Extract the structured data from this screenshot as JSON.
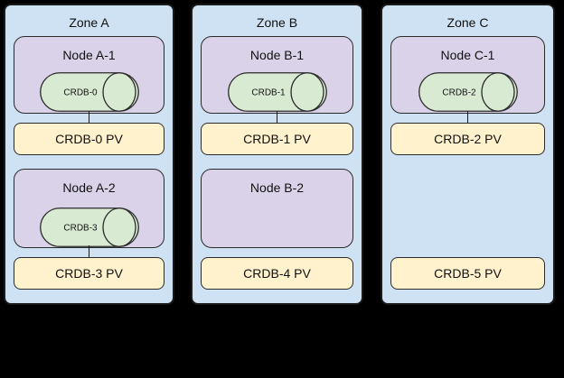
{
  "diagram": {
    "description_colors": {
      "background": "#000000",
      "zone_fill": "#cfe2f3",
      "node_fill": "#d9d2e9",
      "pod_fill": "#d9ead3",
      "pv_fill": "#fff2cc",
      "border": "#1a1a1a"
    }
  },
  "zones": [
    {
      "title": "Zone A",
      "nodes": [
        {
          "label": "Node A-1",
          "pod": "CRDB-0",
          "pv": "CRDB-0 PV"
        },
        {
          "label": "Node A-2",
          "pod": "CRDB-3",
          "pv": "CRDB-3 PV"
        }
      ]
    },
    {
      "title": "Zone B",
      "nodes": [
        {
          "label": "Node B-1",
          "pod": "CRDB-1",
          "pv": "CRDB-1 PV"
        },
        {
          "label": "Node B-2",
          "pod": null,
          "pv": "CRDB-4 PV"
        }
      ]
    },
    {
      "title": "Zone C",
      "nodes": [
        {
          "label": "Node C-1",
          "pod": "CRDB-2",
          "pv": "CRDB-2 PV"
        },
        {
          "label": null,
          "pod": null,
          "pv": "CRDB-5 PV"
        }
      ]
    }
  ]
}
